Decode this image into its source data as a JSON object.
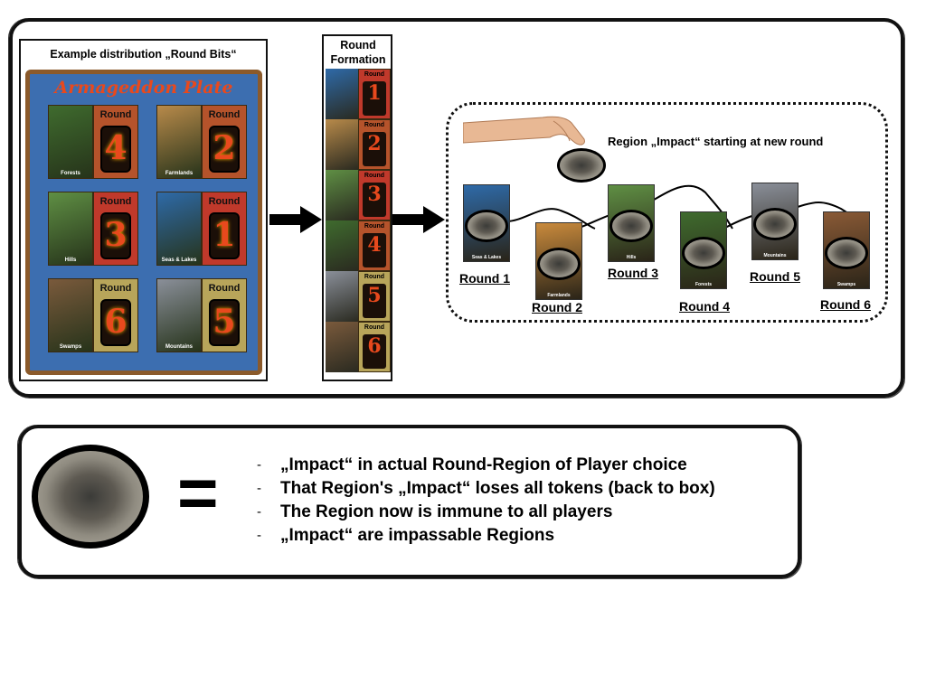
{
  "distribution": {
    "title": "Example distribution „Round Bits“",
    "plate_title": "Armageddon Plate",
    "round_word": "Round",
    "tiles": [
      {
        "region": "Forests",
        "round": "4",
        "card_color": "#b5532b",
        "land_color": "#3f6b2e"
      },
      {
        "region": "Farmlands",
        "round": "2",
        "card_color": "#b5532b",
        "land_color": "#b88a4a"
      },
      {
        "region": "Hills",
        "round": "3",
        "card_color": "#c0392b",
        "land_color": "#5f8f44"
      },
      {
        "region": "Seas & Lakes",
        "round": "1",
        "card_color": "#c0392b",
        "land_color": "#2e6aa8"
      },
      {
        "region": "Swamps",
        "round": "6",
        "card_color": "#b8a55a",
        "land_color": "#7a5a3c"
      },
      {
        "region": "Mountains",
        "round": "5",
        "card_color": "#b8a55a",
        "land_color": "#8a8f99"
      }
    ]
  },
  "formation": {
    "title": "Round Formation",
    "round_word": "Round",
    "cells": [
      {
        "region": "Seas & Lakes",
        "round": "1",
        "card_color": "#c0392b",
        "land_color": "#2e6aa8"
      },
      {
        "region": "Farmlands",
        "round": "2",
        "card_color": "#b5532b",
        "land_color": "#b88a4a"
      },
      {
        "region": "Hills",
        "round": "3",
        "card_color": "#c0392b",
        "land_color": "#5f8f44"
      },
      {
        "region": "Forests",
        "round": "4",
        "card_color": "#b5532b",
        "land_color": "#3f6b2e"
      },
      {
        "region": "Mountains",
        "round": "5",
        "card_color": "#b8a55a",
        "land_color": "#8a8f99"
      },
      {
        "region": "Swamps",
        "round": "6",
        "card_color": "#b8a55a",
        "land_color": "#7a5a3c"
      }
    ]
  },
  "impact_path": {
    "caption": "Region „Impact“ starting at new round",
    "rounds": [
      {
        "label": "Round 1",
        "region": "Seas & Lakes",
        "land_color": "#2e6aa8"
      },
      {
        "label": "Round 2",
        "region": "Farmlands",
        "land_color": "#c98a3c"
      },
      {
        "label": "Round 3",
        "region": "Hills",
        "land_color": "#5f8f44"
      },
      {
        "label": "Round 4",
        "region": "Forests",
        "land_color": "#3f6b2e"
      },
      {
        "label": "Round 5",
        "region": "Mountains",
        "land_color": "#8a8f99"
      },
      {
        "label": "Round 6",
        "region": "Swamps",
        "land_color": "#8a5a36"
      }
    ]
  },
  "rules": {
    "equals": "=",
    "dash": "-",
    "items": [
      "„Impact“ in actual Round-Region of Player choice",
      "That Region's „Impact“ loses all tokens (back to box)",
      "The Region now is immune to all players",
      "„Impact“ are impassable Regions"
    ]
  },
  "colors": {
    "plate_bg": "#3c6eb0",
    "plate_border": "#8b5a2b",
    "plate_title": "#e8491d",
    "number": "#e8491d"
  }
}
